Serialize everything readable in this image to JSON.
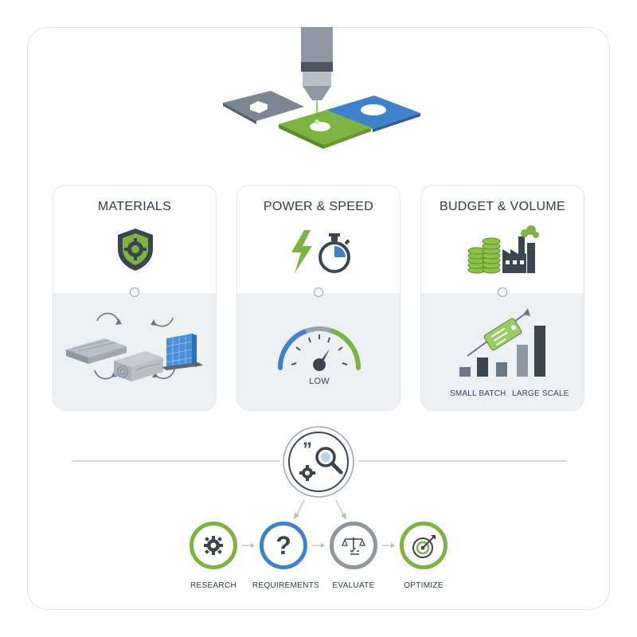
{
  "cards": [
    {
      "title": "MATERIALS"
    },
    {
      "title": "POWER & SPEED",
      "gauge_label": "LOW"
    },
    {
      "title": "BUDGET & VOLUME",
      "axis_left": "SMALL BATCH",
      "axis_right": "LARGE SCALE"
    }
  ],
  "steps": [
    {
      "label": "RESEARCH"
    },
    {
      "label": "REQUIREMENTS"
    },
    {
      "label": "EVALUATE"
    },
    {
      "label": "OPTIMIZE"
    }
  ],
  "colors": {
    "green": "#7cb342",
    "blue": "#3f82c9",
    "gray": "#6b7784",
    "dark": "#3a4550"
  },
  "icons": {
    "hero": "laser-cutter-icon",
    "materials": "shield-gear-icon",
    "power": "lightning-stopwatch-icon",
    "budget": "coins-factory-icon",
    "hub": "quote-search-gear-icon",
    "research": "gear-icon",
    "requirements": "question-mark-icon",
    "evaluate": "balance-scale-checklist-icon",
    "optimize": "target-arrow-icon"
  }
}
